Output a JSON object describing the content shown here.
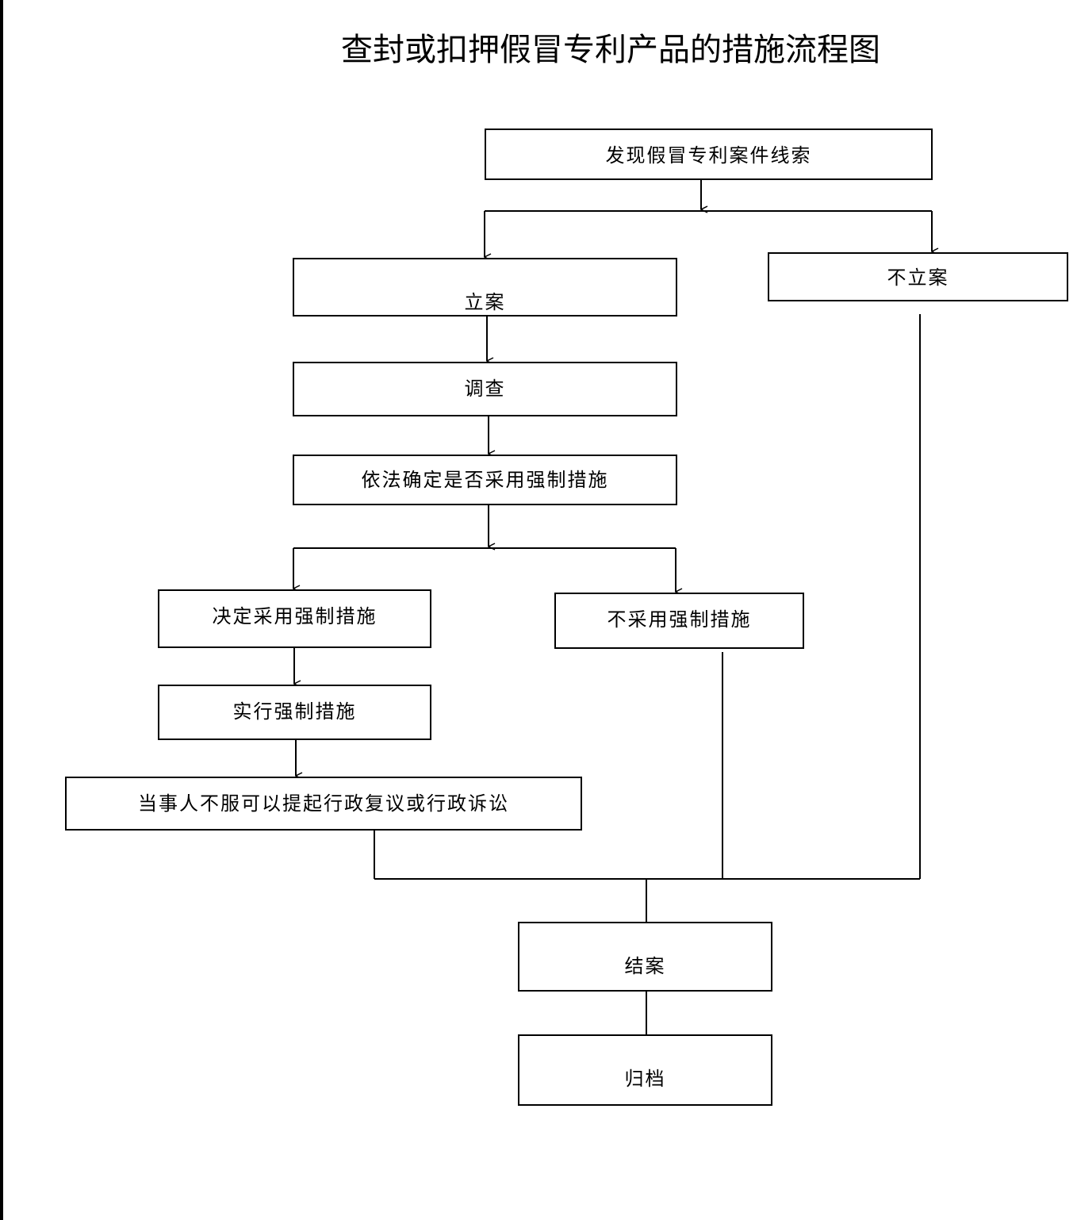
{
  "title": "查封或扣押假冒专利产品的措施流程图",
  "nodes": {
    "discover": "发现假冒专利案件线索",
    "register": "立案",
    "not_register": "不立案",
    "investigate": "调查",
    "decide_lawfully": "依法确定是否采用强制措施",
    "adopt": "决定采用强制措施",
    "not_adopt": "不采用强制措施",
    "implement": "实行强制措施",
    "appeal": "当事人不服可以提起行政复议或行政诉讼",
    "close": "结案",
    "archive": "归档"
  }
}
